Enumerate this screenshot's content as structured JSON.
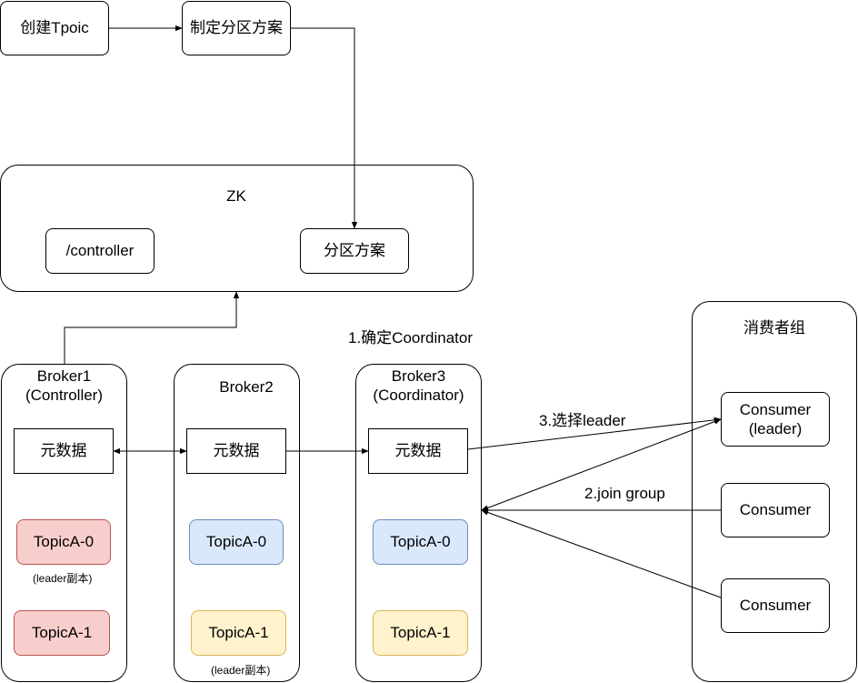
{
  "top": {
    "create_topic": "创建Tpoic",
    "make_plan": "制定分区方案"
  },
  "zk": {
    "title": "ZK",
    "controller": "/controller",
    "partition_plan": "分区方案"
  },
  "broker1": {
    "title": "Broker1\n(Controller)",
    "meta": "元数据",
    "topic0": "TopicA-0",
    "topic0_note": "(leader副本)",
    "topic1": "TopicA-1"
  },
  "broker2": {
    "title": "Broker2",
    "meta": "元数据",
    "topic0": "TopicA-0",
    "topic1": "TopicA-1",
    "topic1_note": "(leader副本)"
  },
  "broker3": {
    "title": "Broker3\n(Coordinator)",
    "meta": "元数据",
    "topic0": "TopicA-0",
    "topic1": "TopicA-1"
  },
  "consumer_group": {
    "title": "消费者组",
    "leader": "Consumer\n(leader)",
    "c2": "Consumer",
    "c3": "Consumer"
  },
  "steps": {
    "step1": "1.确定Coordinator",
    "step2": "2.join group",
    "step3": "3.选择leader"
  },
  "colors": {
    "red_fill": "#f8cecc",
    "red_stroke": "#b85450",
    "blue_fill": "#dae8fc",
    "blue_stroke": "#6c8ebf",
    "yellow_fill": "#fff2cc",
    "yellow_stroke": "#d6b656"
  }
}
